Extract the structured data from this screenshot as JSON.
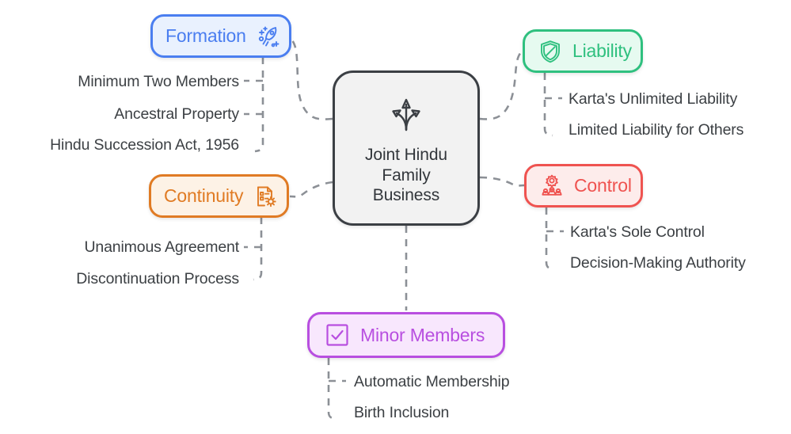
{
  "diagram": {
    "type": "mind-map",
    "center": {
      "label": "Joint Hindu\nFamily Business",
      "line1": "Joint Hindu",
      "line2": "Family",
      "line3": "Business",
      "icon": "diverging-arrows-icon",
      "border_color": "#3b3f44",
      "fill_color": "#f2f2f2"
    },
    "branches": [
      {
        "id": "formation",
        "label": "Formation",
        "icon": "rocket-money-icon",
        "accent_color": "#4a7ef0",
        "fill_color": "#e9f1fe",
        "leaves": [
          "Minimum Two Members",
          "Ancestral Property",
          "Hindu Succession Act, 1956"
        ]
      },
      {
        "id": "liability",
        "label": "Liability",
        "icon": "shield-slash-icon",
        "accent_color": "#2fc07f",
        "fill_color": "#e6faf0",
        "leaves": [
          "Karta's Unlimited Liability",
          "Limited Liability for Others"
        ]
      },
      {
        "id": "continuity",
        "label": "Continuity",
        "icon": "document-gear-icon",
        "accent_color": "#e07b24",
        "fill_color": "#fdf2e6",
        "leaves": [
          "Unanimous Agreement",
          "Discontinuation Process"
        ]
      },
      {
        "id": "control",
        "label": "Control",
        "icon": "gears-people-icon",
        "accent_color": "#ef5350",
        "fill_color": "#fdeceb",
        "leaves": [
          "Karta's Sole Control",
          "Decision-Making Authority"
        ]
      },
      {
        "id": "minor-members",
        "label": "Minor Members",
        "icon": "checkbox-check-icon",
        "accent_color": "#b84fe0",
        "fill_color": "#f8e7fd",
        "leaves": [
          "Automatic Membership",
          "Birth Inclusion"
        ]
      }
    ],
    "connector_color": "#8c9096"
  }
}
